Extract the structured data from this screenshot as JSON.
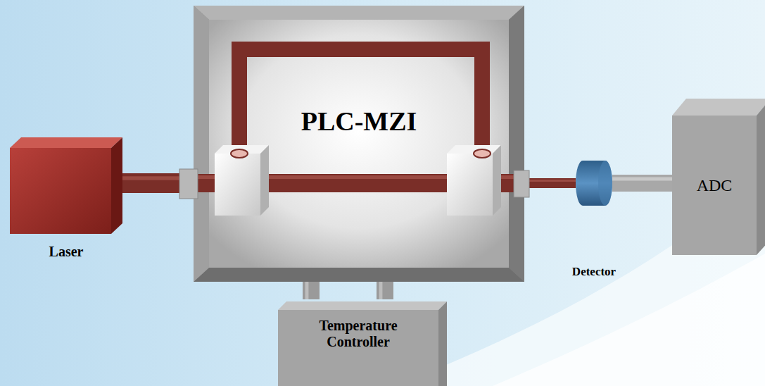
{
  "diagram": {
    "nodes": [
      {
        "text": [
          "Laser"
        ]
      },
      {
        "text": [
          "PLC-MZI"
        ]
      },
      {
        "text": [
          "Detector"
        ]
      },
      {
        "text": [
          "ADC"
        ]
      },
      {
        "text": [
          "Temperature Controller"
        ]
      }
    ],
    "edges": [
      {
        "from": 0,
        "to": 1,
        "arrow": "none"
      },
      {
        "from": 1,
        "to": 2,
        "arrow": "none"
      },
      {
        "from": 2,
        "to": 3,
        "arrow": "none"
      },
      {
        "from": 1,
        "to": 4,
        "arrow": "none"
      },
      {
        "from": 1,
        "to": 4,
        "arrow": "none"
      }
    ]
  }
}
